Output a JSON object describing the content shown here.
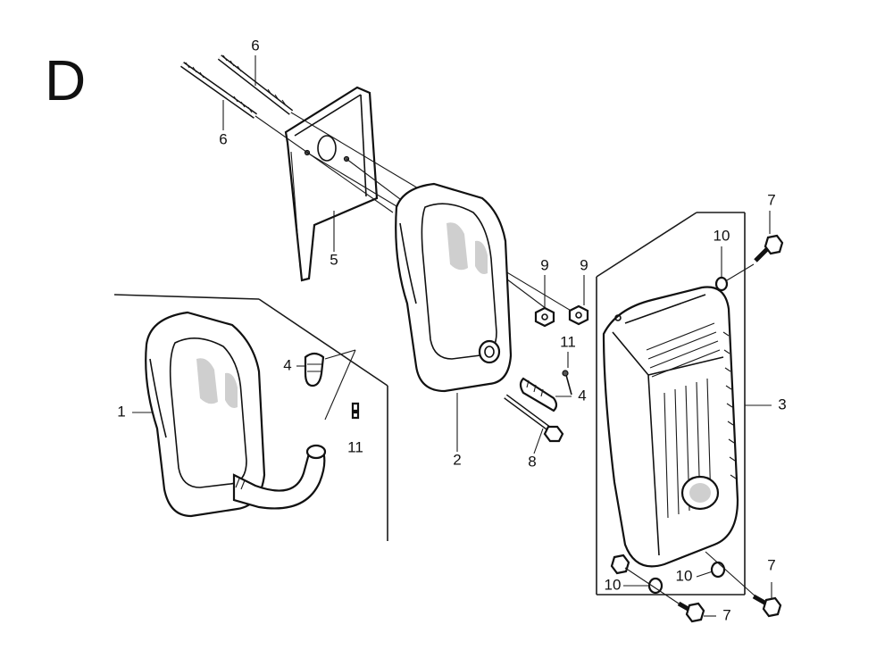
{
  "section_letter": "D",
  "callouts": [
    {
      "id": "c6a",
      "text": "6"
    },
    {
      "id": "c6b",
      "text": "6"
    },
    {
      "id": "c5",
      "text": "5"
    },
    {
      "id": "c9a",
      "text": "9"
    },
    {
      "id": "c9b",
      "text": "9"
    },
    {
      "id": "c10a",
      "text": "10"
    },
    {
      "id": "c7a",
      "text": "7"
    },
    {
      "id": "c11a",
      "text": "11"
    },
    {
      "id": "c4a",
      "text": "4"
    },
    {
      "id": "c4b",
      "text": "4"
    },
    {
      "id": "c11b",
      "text": "11"
    },
    {
      "id": "c1",
      "text": "1"
    },
    {
      "id": "c2",
      "text": "2"
    },
    {
      "id": "c8",
      "text": "8"
    },
    {
      "id": "c3",
      "text": "3"
    },
    {
      "id": "c10b",
      "text": "10"
    },
    {
      "id": "c10c",
      "text": "10"
    },
    {
      "id": "c7b",
      "text": "7"
    },
    {
      "id": "c7c",
      "text": "7"
    }
  ]
}
